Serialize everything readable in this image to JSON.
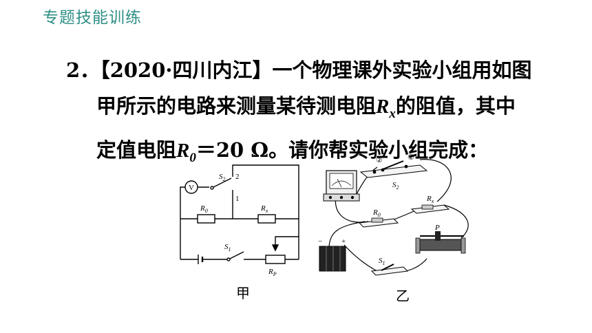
{
  "header": {
    "title": "专题技能训练"
  },
  "problem": {
    "number": "2．",
    "source": "【2020·四川内江】",
    "line1_text": "一个物理课外实验小组用如图",
    "line2_pre": "甲所示的电路来测量某待测电阻",
    "line2_var": "R",
    "line2_sub": "x",
    "line2_post": "的阻值，其中",
    "line3_pre": "定值电阻",
    "line3_var": "R",
    "line3_sub": "0",
    "line3_post": "＝20 Ω。请你帮实验小组完成："
  },
  "figure_jia": {
    "caption": "甲",
    "labels": {
      "voltmeter": "V",
      "s2": "S",
      "s2_sub": "2",
      "pos2": "2",
      "pos1": "1",
      "r0": "R",
      "r0_sub": "0",
      "rx": "R",
      "rx_sub": "x",
      "s1": "S",
      "s1_sub": "1",
      "rp": "R",
      "rp_sub": "P"
    }
  },
  "figure_yi": {
    "caption": "乙",
    "labels": {
      "t2": "②",
      "t1": "①",
      "s2": "S",
      "s2_sub": "2",
      "rx": "R",
      "rx_sub": "x",
      "r0": "R",
      "r0_sub": "0",
      "p": "P",
      "minus": "−",
      "plus": "+",
      "s1": "S",
      "s1_sub": "1"
    }
  }
}
